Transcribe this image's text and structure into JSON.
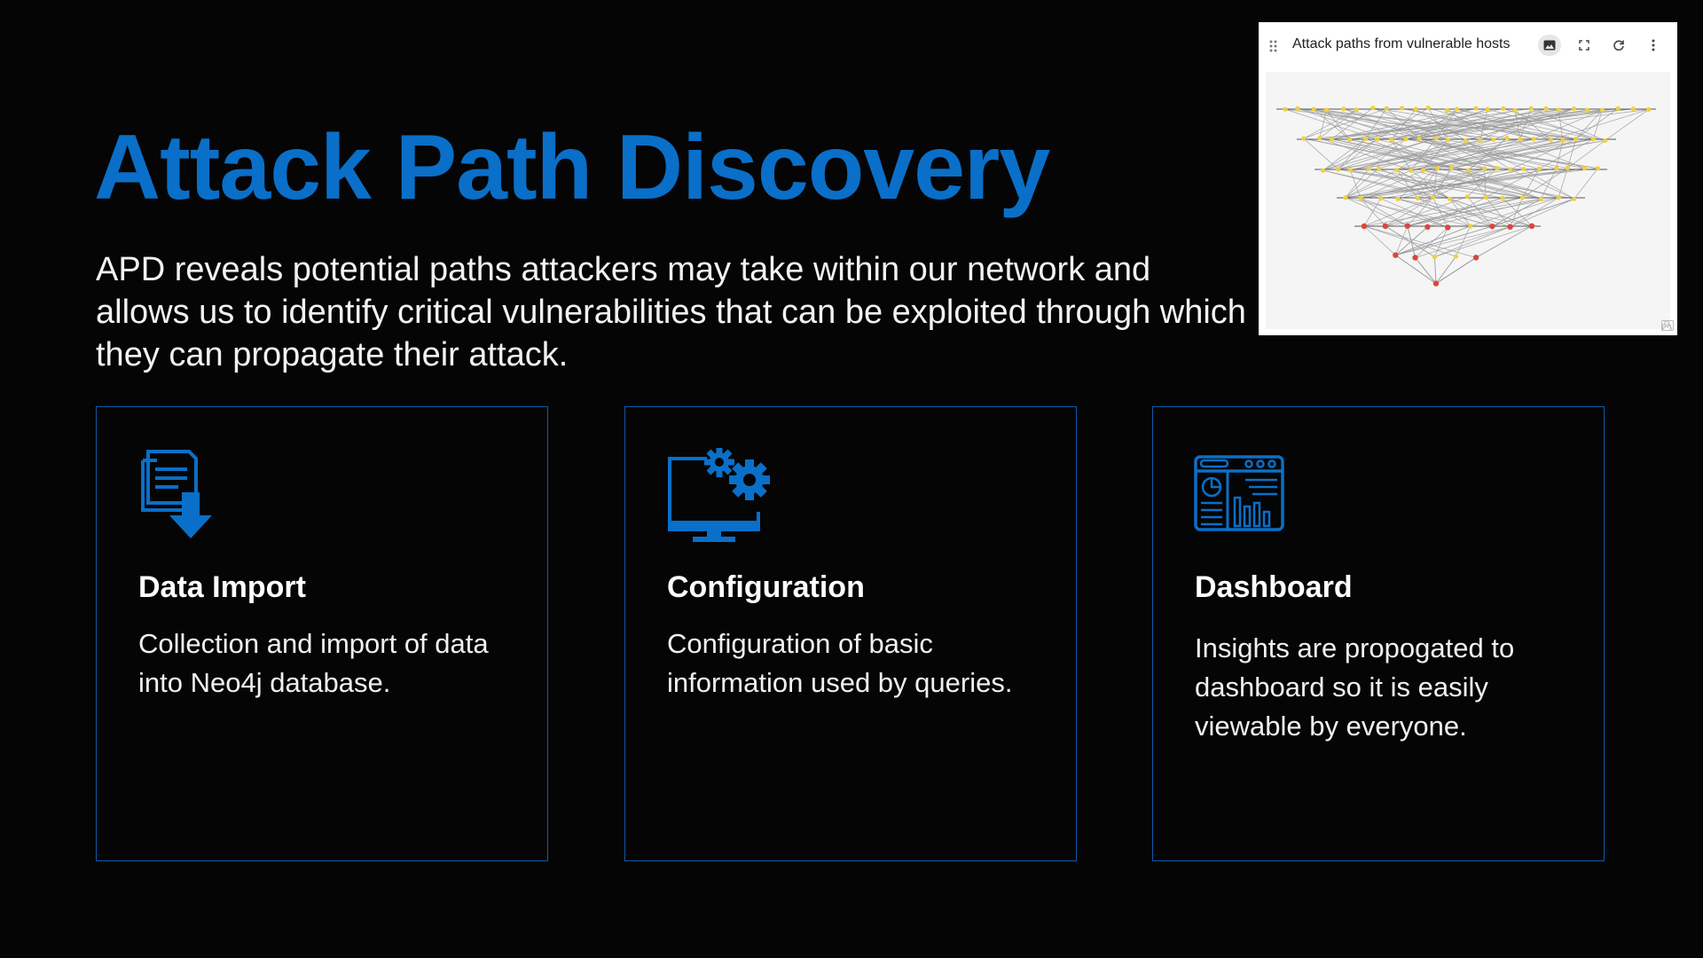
{
  "slide": {
    "title": "Attack Path Discovery",
    "intro": "APD reveals potential paths attackers may take within our network and allows us to identify critical vulnerabilities that can be exploited through which they can propagate their attack."
  },
  "cards": [
    {
      "title": "Data Import",
      "text": "Collection and import of data into Neo4j database.",
      "icon": "document-download-icon"
    },
    {
      "title": "Configuration",
      "text": "Configuration of basic information used by queries.",
      "icon": "monitor-gears-icon"
    },
    {
      "title": "Dashboard",
      "text": "Insights are propogated to dashboard so it is easily viewable by everyone.",
      "icon": "dashboard-icon"
    }
  ],
  "widget": {
    "title": "Attack paths from vulnerable hosts",
    "icons": [
      "drag-handle-icon",
      "image-icon",
      "fullscreen-icon",
      "refresh-icon",
      "more-vert-icon"
    ]
  },
  "colors": {
    "accent": "#0a6fc8",
    "border": "#0f5aa8",
    "background": "#050505",
    "node_yellow": "#f2d03b",
    "node_red": "#d9473f"
  }
}
